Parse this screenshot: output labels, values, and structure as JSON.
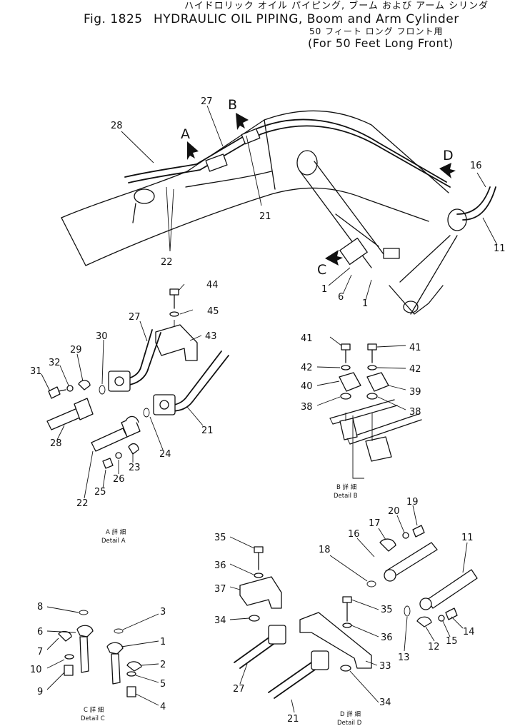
{
  "title": {
    "jp": "ハイドロリック オイル パイピング, ブーム および アーム シリンダ",
    "fig": "Fig. 1825",
    "en": "HYDRAULIC OIL PIPING, Boom and Arm Cylinder",
    "jp_sub": "50 フィート ロング フロント用",
    "en_sub": "(For 50 Feet Long Front)"
  },
  "views": {
    "A": "A",
    "B": "B",
    "C": "C",
    "D": "D"
  },
  "details": {
    "A": {
      "jp": "A 詳 細",
      "en": "Detail A"
    },
    "B": {
      "jp": "B 詳 細",
      "en": "Detail B"
    },
    "C": {
      "jp": "C 詳 細",
      "en": "Detail C"
    },
    "D": {
      "jp": "D 詳 細",
      "en": "Detail D"
    }
  },
  "callouts": {
    "main": [
      "28",
      "27",
      "21",
      "22",
      "16",
      "11",
      "1",
      "6",
      "1"
    ],
    "detail_a": [
      "44",
      "45",
      "27",
      "43",
      "30",
      "29",
      "32",
      "31",
      "28",
      "21",
      "24",
      "23",
      "26",
      "25",
      "22"
    ],
    "detail_b": [
      "41",
      "41",
      "42",
      "42",
      "40",
      "39",
      "38",
      "38"
    ],
    "detail_c": [
      "8",
      "3",
      "6",
      "1",
      "7",
      "2",
      "10",
      "5",
      "9",
      "4"
    ],
    "detail_d": [
      "35",
      "36",
      "37",
      "34",
      "27",
      "35",
      "36",
      "33",
      "34",
      "21",
      "19",
      "20",
      "17",
      "18",
      "16",
      "11",
      "13",
      "14",
      "15",
      "12"
    ]
  }
}
